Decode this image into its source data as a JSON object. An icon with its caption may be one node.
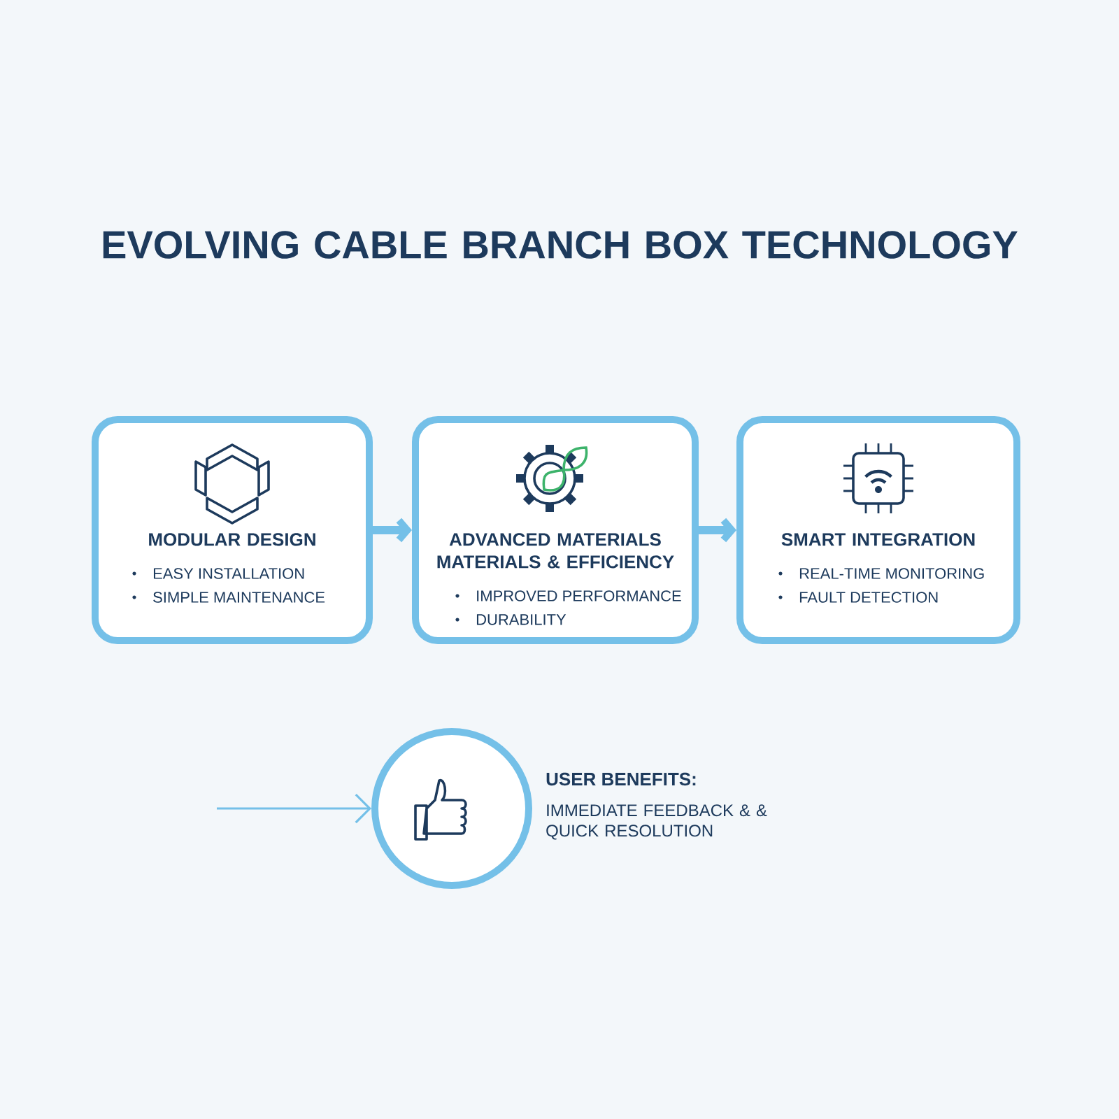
{
  "diagram": {
    "title": "EVOLVING CABLE BRANCH BOX TECHNOLOGY",
    "nodes": [
      {
        "text": [
          "MODULAR DESIGN",
          "EASY INSTALLATION",
          "SIMPLE MAINTENANCE"
        ]
      },
      {
        "text": [
          "ADVANCED MATERIALS MATERIALS & EFFICIENCY",
          "IMPROVED PERFORMANCE",
          "DURABILITY"
        ]
      },
      {
        "text": [
          "SMART INTEGRATION",
          "REAL-TIME MONITORING",
          "FAULT DETECTION"
        ]
      },
      {
        "text": [],
        "shape": "circle",
        "beside": [
          "USER BENEFITS:",
          "IMMEDIATE FEEDBACK & & QUICK RESOLUTION"
        ]
      }
    ],
    "edges": [
      {
        "from": 0,
        "to": 1,
        "arrow": "to"
      },
      {
        "from": 1,
        "to": 2,
        "arrow": "to"
      },
      {
        "from": null,
        "to": 3,
        "arrow": "to"
      }
    ]
  }
}
